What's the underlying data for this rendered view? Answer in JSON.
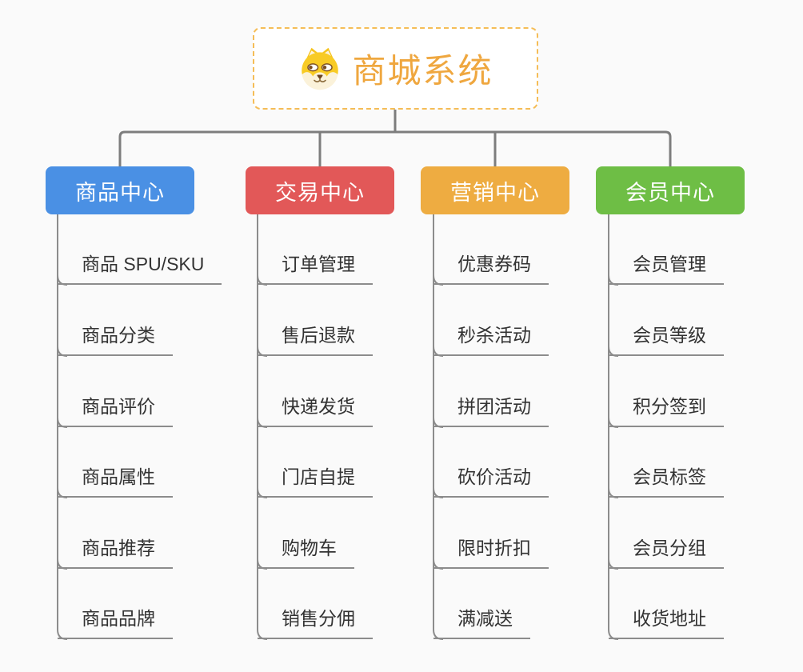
{
  "root": {
    "title": "商城系统",
    "icon": "dog-icon"
  },
  "branches": [
    {
      "id": "product-center",
      "label": "商品中心",
      "color": "#4A90E4",
      "items": [
        "商品 SPU/SKU",
        "商品分类",
        "商品评价",
        "商品属性",
        "商品推荐",
        "商品品牌"
      ]
    },
    {
      "id": "trade-center",
      "label": "交易中心",
      "color": "#E25858",
      "items": [
        "订单管理",
        "售后退款",
        "快递发货",
        "门店自提",
        "购物车",
        "销售分佣"
      ]
    },
    {
      "id": "marketing-center",
      "label": "营销中心",
      "color": "#EEAC41",
      "items": [
        "优惠券码",
        "秒杀活动",
        "拼团活动",
        "砍价活动",
        "限时折扣",
        "满减送"
      ]
    },
    {
      "id": "member-center",
      "label": "会员中心",
      "color": "#6EBE45",
      "items": [
        "会员管理",
        "会员等级",
        "积分签到",
        "会员标签",
        "会员分组",
        "收货地址"
      ]
    }
  ],
  "colors": {
    "background": "#FAFAFA",
    "root_border": "#F5BD57",
    "root_text": "#EFA73F",
    "main_connector": "#7D7D7D",
    "sub_connector": "#8C8C8C",
    "item_text": "#333333",
    "node_text": "#FFFFFF"
  }
}
